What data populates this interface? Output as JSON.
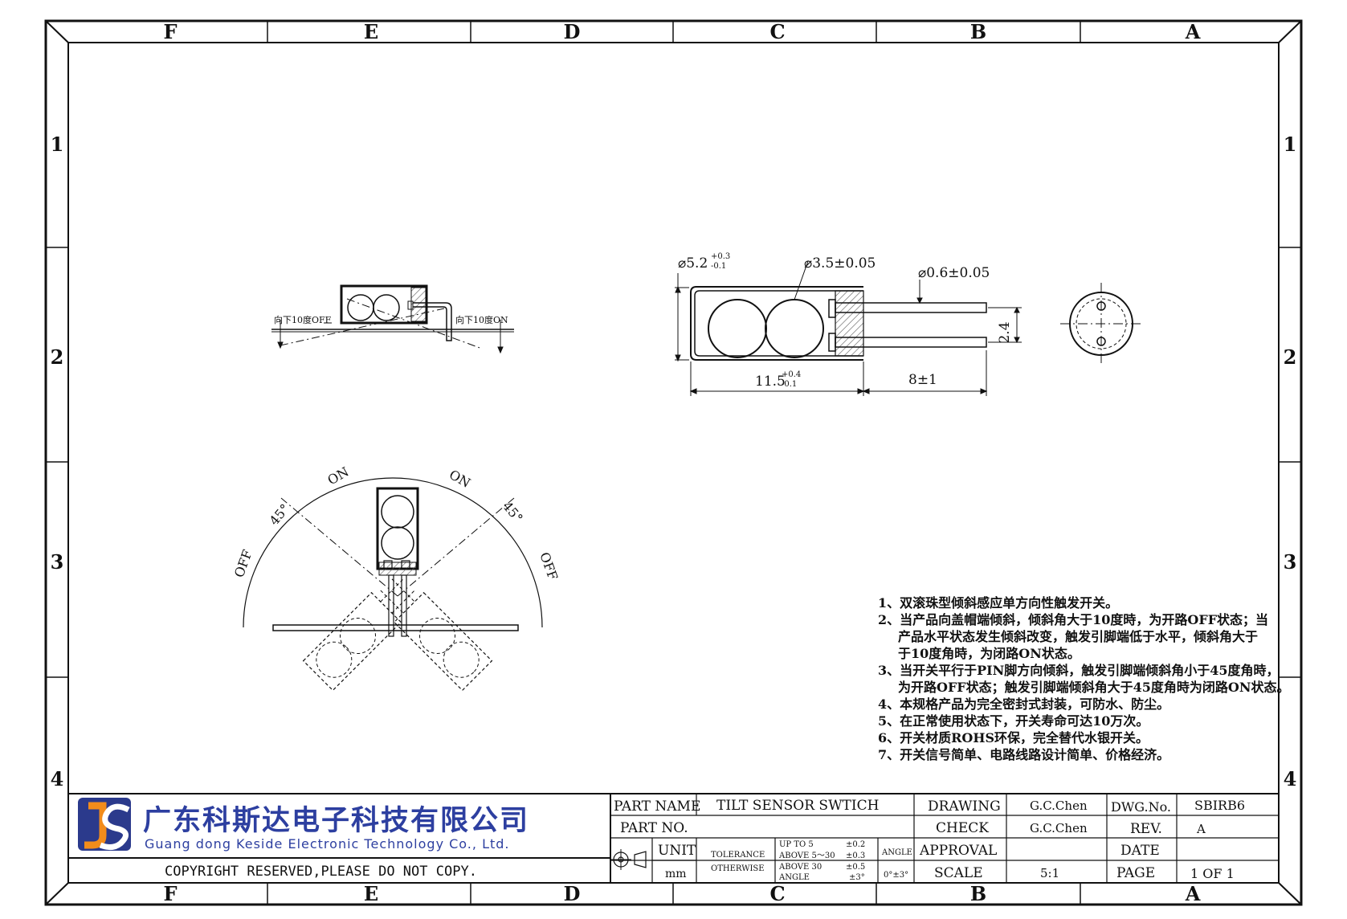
{
  "zones": {
    "columns": [
      "F",
      "E",
      "D",
      "C",
      "B",
      "A"
    ],
    "rows": [
      "1",
      "2",
      "3",
      "4"
    ]
  },
  "side_view": {
    "label_left": "向下10度OFF",
    "label_right": "向下10度ON"
  },
  "dimensions": {
    "body_diameter": "⌀5.2",
    "body_diameter_tol_plus": "+0.3",
    "body_diameter_tol_minus": "-0.1",
    "ball_diameter": "⌀3.5±0.05",
    "pin_diameter": "⌀0.6±0.05",
    "pin_pitch": "2.4",
    "body_length": "11.5",
    "body_length_tol_plus": "+0.4",
    "body_length_tol_minus": "-0.1",
    "pin_length": "8±1"
  },
  "angle_view": {
    "on_left": "ON",
    "on_right": "ON",
    "off_left": "OFF",
    "off_right": "OFF",
    "angle_left": "45°",
    "angle_right": "45°"
  },
  "notes": [
    "1、双滚珠型倾斜感应单方向性触发开关。",
    "2、当产品向盖帽端倾斜，倾斜角大于10度時，为开路OFF状态；当",
    "产品水平状态发生倾斜改变，触发引脚端低于水平，倾斜角大于",
    "于10度角時，为闭路ON状态。",
    "3、当开关平行于PIN脚方向倾斜，触发引脚端倾斜角小于45度角時，",
    "为开路OFF状态；触发引脚端倾斜角大于45度角時为闭路ON状态。",
    "4、本规格产品为完全密封式封装，可防水、防尘。",
    "5、在正常使用状态下，开关寿命可达10万次。",
    "6、开关材质ROHS环保，完全替代水银开关。",
    "7、开关信号简单、电路线路设计简单、价格经济。"
  ],
  "title_block": {
    "company_cn": "广东科斯达电子科技有限公司",
    "company_en": "Guang dong Keside  Electronic Technology Co., Ltd.",
    "copyright": "COPYRIGHT RESERVED,PLEASE DO NOT COPY.",
    "part_name_label": "PART NAME",
    "part_name_value": "TILT SENSOR SWTICH",
    "part_no_label": "PART NO.",
    "part_no_value": "",
    "unit_label": "UNIT",
    "unit_value": "mm",
    "tolerance_label_1": "TOLERANCE",
    "tolerance_label_2": "OTHERWISE",
    "tol_row1": "UP TO 5",
    "tol_row1_val": "±0.2",
    "tol_row2": "ABOVE 5～30",
    "tol_row2_val": "±0.3",
    "tol_row3": "ABOVE 30",
    "tol_row3_val": "±0.5",
    "tol_row4": "ANGLE",
    "tol_row4_val": "±3°",
    "angle_label": "ANGLE",
    "angle_value": "0°±3°",
    "drawing_label": "DRAWING",
    "drawing_value": "G.C.Chen",
    "check_label": "CHECK",
    "check_value": "G.C.Chen",
    "approval_label": "APPROVAL",
    "approval_value": "",
    "scale_label": "SCALE",
    "scale_value": "5:1",
    "dwg_no_label": "DWG.No.",
    "dwg_no_value": "SBIRB6",
    "rev_label": "REV.",
    "rev_value": "A",
    "date_label": "DATE",
    "date_value": "",
    "page_label": "PAGE",
    "page_value": "1 OF 1"
  },
  "colors": {
    "ink": "#111111",
    "logo_blue": "#2b3a8c",
    "logo_orange": "#f28c1b",
    "logo_text_blue": "#2d3fa0",
    "hatch": "#555555"
  }
}
